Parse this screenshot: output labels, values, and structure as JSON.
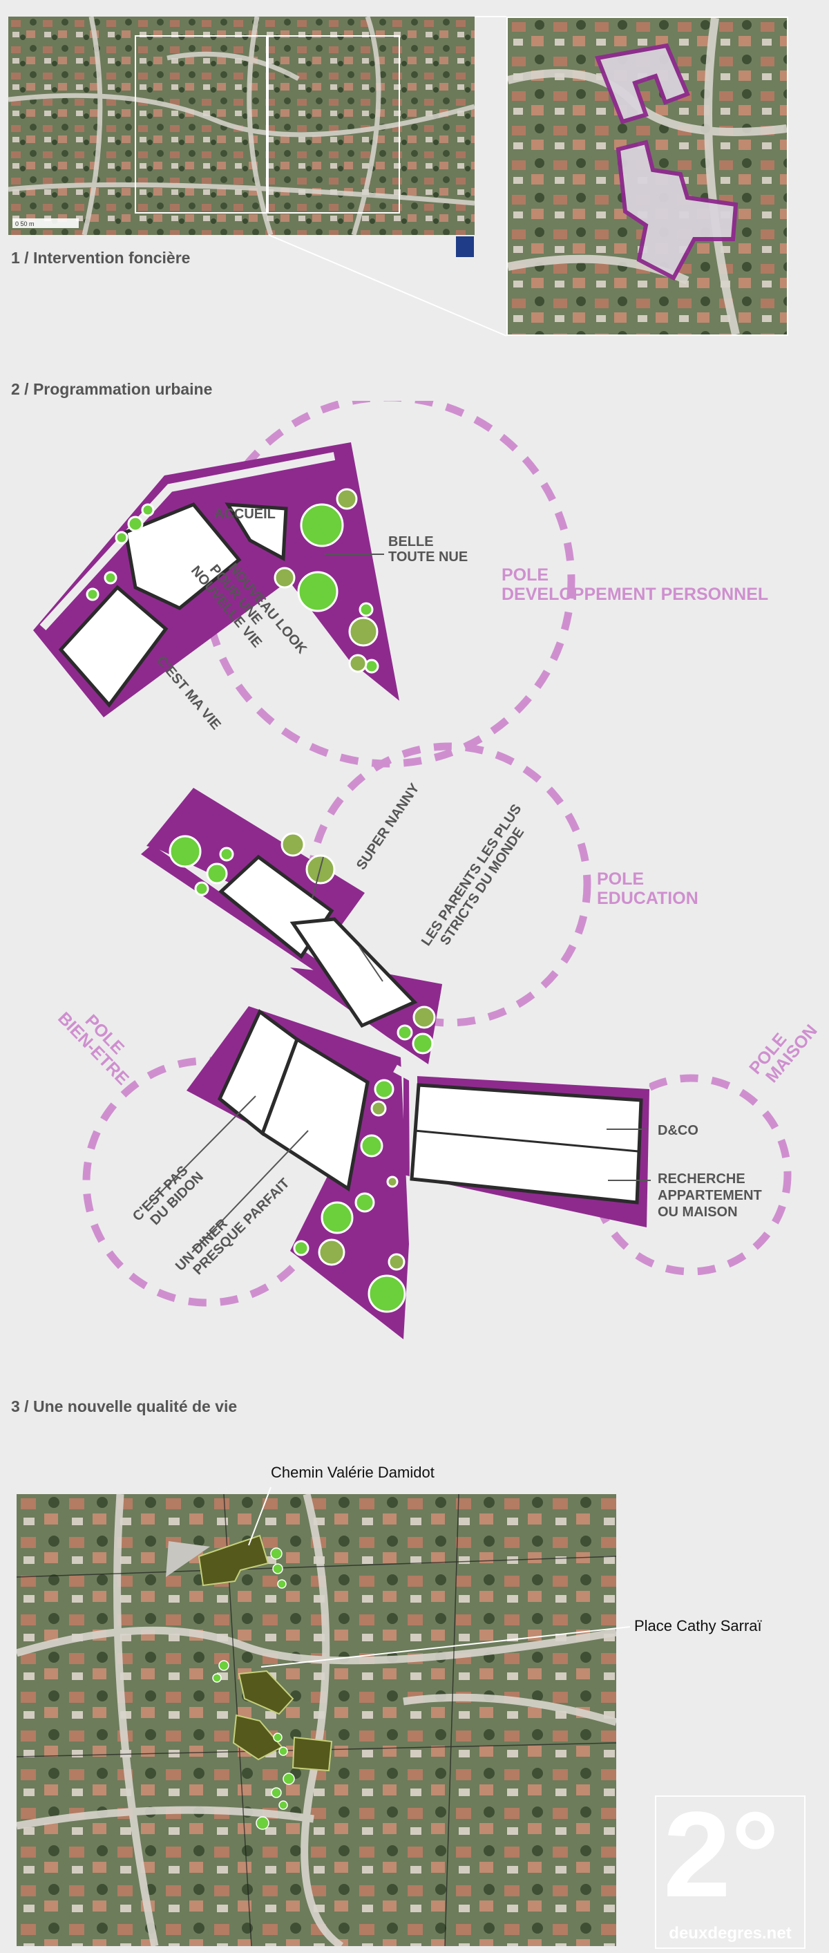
{
  "sections": {
    "s1_title": "1 / Intervention foncière",
    "s2_title": "2 / Programmation urbaine",
    "s3_title": "3 / Une nouvelle qualité de vie"
  },
  "section1": {
    "scale_label": "0      50 m"
  },
  "plan": {
    "accueil": "ACCUEIL",
    "belle_1": "BELLE",
    "belle_2": "TOUTE NUE",
    "nouveau_1": "NOUVEAU LOOK",
    "nouveau_2": "POUR UNE",
    "nouveau_3": "NOUVELLE VIE",
    "cest_ma_vie": "C'EST MA VIE",
    "pole_dev_1": "POLE",
    "pole_dev_2": "DEVELOPPEMENT PERSONNEL",
    "super_nanny": "SUPER NANNY",
    "parents_1": "LES PARENTS LES PLUS",
    "parents_2": "STRICTS DU MONDE",
    "pole_edu_1": "POLE",
    "pole_edu_2": "EDUCATION",
    "pole_bien_1": "POLE",
    "pole_bien_2": "BIEN-ETRE",
    "bidon_1": "C'EST PAS",
    "bidon_2": "DU BIDON",
    "diner_1": "UN DINER",
    "diner_2": "PRESQUE PARFAIT",
    "pole_maison_1": "POLE",
    "pole_maison_2": "MAISON",
    "dco": "D&CO",
    "recherche_1": "RECHERCHE",
    "recherche_2": "APPARTEMENT",
    "recherche_3": "OU MAISON"
  },
  "section3": {
    "chemin_label": "Chemin Valérie Damidot",
    "place_label": "Place Cathy Sarraï"
  },
  "logo": {
    "mark": "2°",
    "url": "deuxdegres.net"
  },
  "colors": {
    "background": "#ececec",
    "purple": "#8e2a8e",
    "pole_pink": "#cf8fcf",
    "tree_green": "#6ccf3c",
    "olive": "#55591c"
  }
}
